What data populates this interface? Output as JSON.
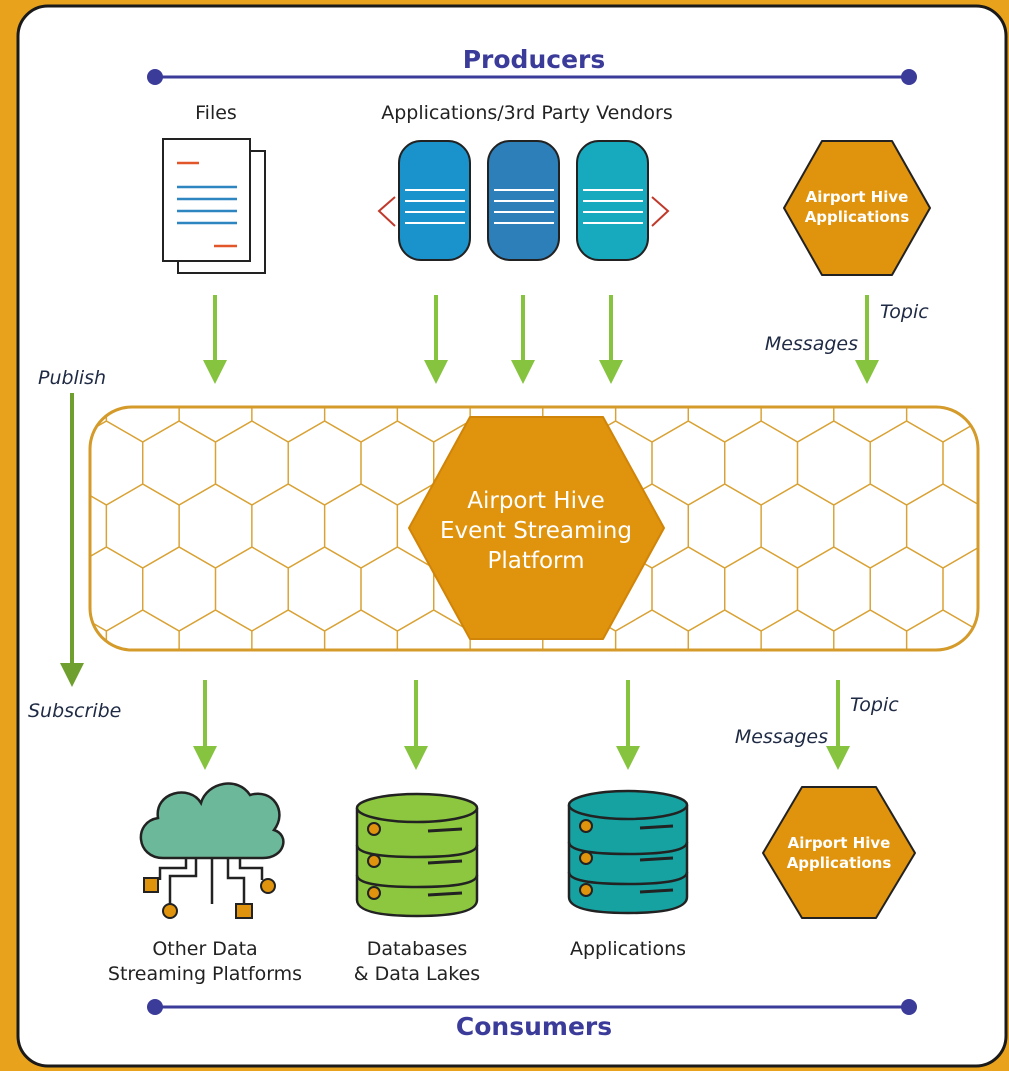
{
  "producers": {
    "title": "Producers",
    "files_label": "Files",
    "apps_label": "Applications/3rd Party Vendors",
    "hive_app_line1": "Airport Hive",
    "hive_app_line2": "Applications",
    "topic_label": "Topic",
    "messages_label": "Messages"
  },
  "side": {
    "publish_label": "Publish",
    "subscribe_label": "Subscribe"
  },
  "platform": {
    "line1": "Airport Hive",
    "line2": "Event Streaming",
    "line3": "Platform"
  },
  "consumers": {
    "title": "Consumers",
    "streaming_line1": "Other Data",
    "streaming_line2": "Streaming Platforms",
    "databases_line1": "Databases",
    "databases_line2": "& Data Lakes",
    "applications_label": "Applications",
    "hive_app_line1": "Airport Hive",
    "hive_app_line2": "Applications",
    "topic_label": "Topic",
    "messages_label": "Messages"
  },
  "colors": {
    "background": "#e8a21c",
    "accent_orange": "#e0930c",
    "arrow_green": "#86c440",
    "title_blue": "#3b3b9a"
  },
  "icons": [
    "document-icon",
    "server-icon",
    "cloud-network-icon",
    "database-icon"
  ]
}
